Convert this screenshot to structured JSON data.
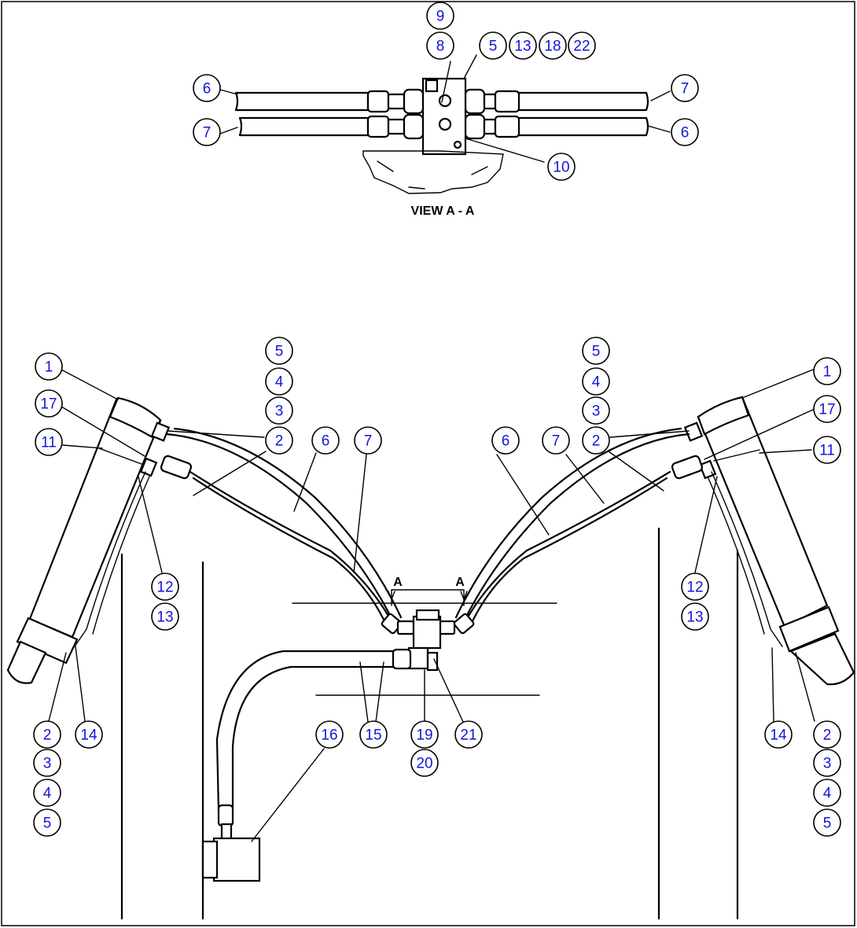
{
  "view_label": "VIEW A - A",
  "section_marks": [
    "A",
    "A"
  ],
  "callouts": [
    {
      "n": "9"
    },
    {
      "n": "8"
    },
    {
      "n": "5"
    },
    {
      "n": "13"
    },
    {
      "n": "18"
    },
    {
      "n": "22"
    },
    {
      "n": "6"
    },
    {
      "n": "7"
    },
    {
      "n": "7"
    },
    {
      "n": "6"
    },
    {
      "n": "10"
    },
    {
      "n": "5"
    },
    {
      "n": "4"
    },
    {
      "n": "3"
    },
    {
      "n": "2"
    },
    {
      "n": "1"
    },
    {
      "n": "17"
    },
    {
      "n": "11"
    },
    {
      "n": "6"
    },
    {
      "n": "7"
    },
    {
      "n": "12"
    },
    {
      "n": "13"
    },
    {
      "n": "2"
    },
    {
      "n": "3"
    },
    {
      "n": "4"
    },
    {
      "n": "5"
    },
    {
      "n": "14"
    },
    {
      "n": "5"
    },
    {
      "n": "4"
    },
    {
      "n": "3"
    },
    {
      "n": "2"
    },
    {
      "n": "1"
    },
    {
      "n": "17"
    },
    {
      "n": "11"
    },
    {
      "n": "6"
    },
    {
      "n": "7"
    },
    {
      "n": "12"
    },
    {
      "n": "13"
    },
    {
      "n": "14"
    },
    {
      "n": "2"
    },
    {
      "n": "3"
    },
    {
      "n": "4"
    },
    {
      "n": "5"
    },
    {
      "n": "16"
    },
    {
      "n": "15"
    },
    {
      "n": "19"
    },
    {
      "n": "20"
    },
    {
      "n": "21"
    }
  ]
}
